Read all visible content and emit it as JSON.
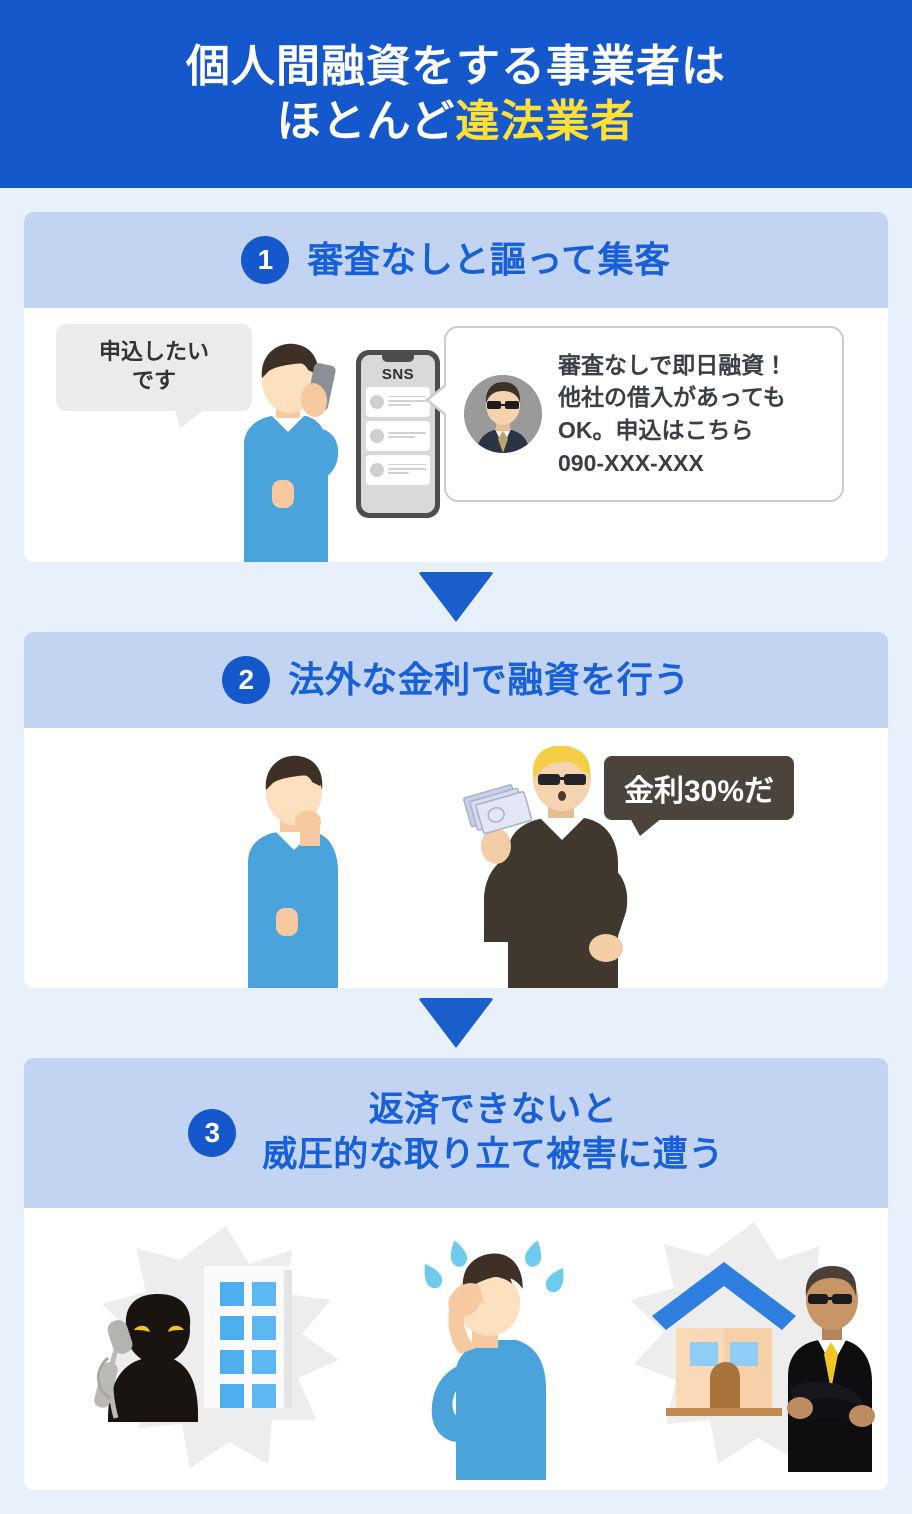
{
  "header": {
    "line1": "個人間融資をする事業者は",
    "line2_plain": "ほとんど",
    "line2_accent": "違法業者",
    "bg_color": "#1558CC",
    "accent_color": "#FFE033"
  },
  "steps": [
    {
      "number": "1",
      "title": "審査なしと謳って集客",
      "borrower_bubble": "申込したい\nです",
      "borrower_bubble_line1": "申込したい",
      "borrower_bubble_line2": "です",
      "phone_label": "SNS",
      "ad": {
        "line1": "審査なしで即日融資！",
        "line2": "他社の借入があっても",
        "line3": "OK。申込はこちら",
        "line4": "090-XXX-XXX"
      }
    },
    {
      "number": "2",
      "title": "法外な金利で融資を行う",
      "lender_bubble": "金利30%だ"
    },
    {
      "number": "3",
      "title_line1": "返済できないと",
      "title_line2": "威圧的な取り立て被害に遭う"
    }
  ],
  "colors": {
    "page_bg": "#E8F0FC",
    "card_header_bg": "#C2D4F2",
    "card_bg": "#FFFFFF",
    "title_blue": "#1860D8",
    "badge_blue": "#1558CC",
    "arrow_blue": "#1A5FCC",
    "shirt_blue": "#4BA3DC",
    "dark_bubble": "#4A443C",
    "light_bubble": "#EBEBEB",
    "burst_gray": "#EDEDED",
    "roof_blue": "#2E7FE0",
    "house_wall": "#FAD9B8",
    "window_blue": "#4FAFEE"
  },
  "icons": {
    "arrow": "triangle-down-icon",
    "phone": "smartphone-icon",
    "avatar": "avatar-sunglasses-icon",
    "building": "office-building-icon",
    "house": "house-icon",
    "money": "banknotes-icon"
  }
}
